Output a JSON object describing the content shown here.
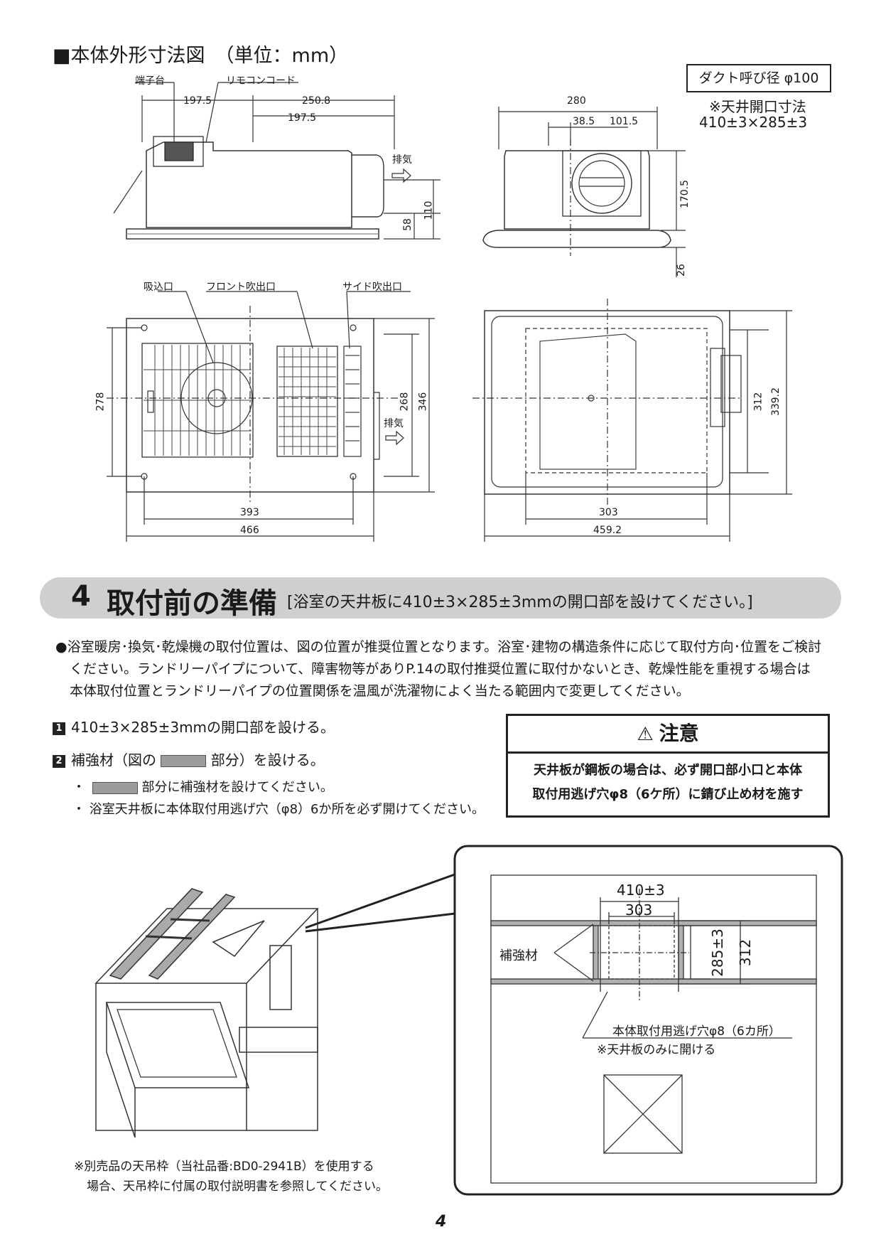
{
  "section3": {
    "title": "■本体外形寸法図",
    "unit": "（単位：mm）",
    "duct_label": "ダクト呼び径 φ100",
    "ceiling_note1": "※天井開口寸法",
    "ceiling_note2": "410±3×285±3"
  },
  "side_view": {
    "terminal": "端子台",
    "remote_cord": "リモコンコード",
    "dim_197_5a": "197.5",
    "dim_250_8": "250.8",
    "dim_197_5b": "197.5",
    "exhaust": "排気",
    "dim_110": "110",
    "dim_58": "58"
  },
  "front_view": {
    "dim_280": "280",
    "dim_38_5": "38.5",
    "dim_101_5": "101.5",
    "dim_170_5": "170.5",
    "dim_26": "26"
  },
  "bottom_view": {
    "intake": "吸込口",
    "front_outlet": "フロント吹出口",
    "side_outlet": "サイド吹出口",
    "dim_278": "278",
    "dim_268": "268",
    "dim_346": "346",
    "exhaust": "排気",
    "dim_393": "393",
    "dim_466": "466"
  },
  "top_view": {
    "dim_312": "312",
    "dim_339_2": "339.2",
    "dim_303": "303",
    "dim_459_2": "459.2"
  },
  "section4": {
    "number": "4",
    "title": "取付前の準備",
    "subtitle": "[浴室の天井板に410±3×285±3mmの開口部を設けてください。]"
  },
  "intro": {
    "line1": "●浴室暖房･換気･乾燥機の取付位置は、図の位置が推奨位置となります。浴室･建物の構造条件に応じて取付方向･位置をご検討",
    "line2": "ください。ランドリーパイプについて、障害物等がありP.14の取付推奨位置に取付かないとき、乾燥性能を重視する場合は",
    "line3": "本体取付位置とランドリーパイプの位置関係を温風が洗濯物によく当たる範囲内で変更してください。"
  },
  "steps": {
    "step1_num": "1",
    "step1": "410±3×285±3mmの開口部を設ける。",
    "step2_num": "2",
    "step2_a": "補強材（図の",
    "step2_b": "部分）を設ける。",
    "bullet1_a": "・",
    "bullet1_b": "部分に補強材を設けてください。",
    "bullet2": "・ 浴室天井板に本体取付用逃げ穴（φ8）6か所を必ず開けてください。"
  },
  "caution": {
    "title": "注意",
    "line1": "天井板が鋼板の場合は、必ず開口部小口と本体",
    "line2": "取付用逃げ穴φ8（6ケ所）に錆び止め材を施す"
  },
  "detail": {
    "dim_410": "410±3",
    "dim_303": "303",
    "dim_285": "285±3",
    "dim_312": "312",
    "reinforcement": "補強材",
    "hole_note": "本体取付用逃げ穴φ8（6カ所）",
    "ceiling_only": "※天井板のみに開ける"
  },
  "footnote": {
    "line1": "※別売品の天吊枠（当社品番:BD0-2941B）を使用する",
    "line2": "場合、天吊枠に付属の取付説明書を参照してください。"
  },
  "page_number": "4"
}
